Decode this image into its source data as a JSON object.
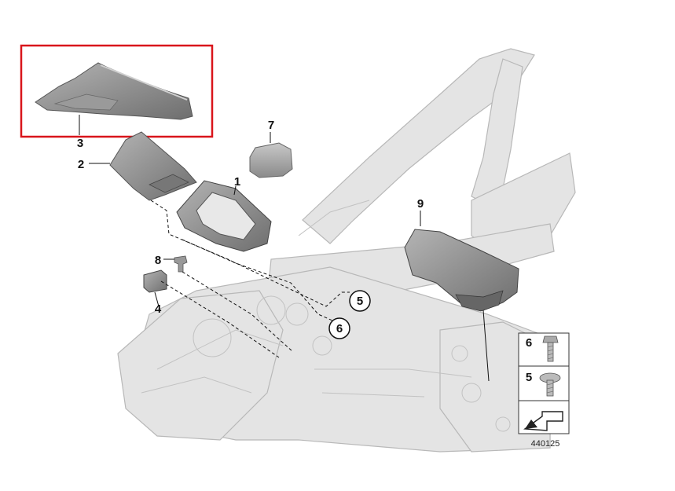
{
  "diagram": {
    "highlight_color": "#d9151b",
    "part_color": "#8c8c8c",
    "body_color": "#dcdcdc",
    "callouts": [
      {
        "id": "1",
        "label": "1"
      },
      {
        "id": "2",
        "label": "2"
      },
      {
        "id": "3",
        "label": "3"
      },
      {
        "id": "4",
        "label": "4"
      },
      {
        "id": "5",
        "label": "5"
      },
      {
        "id": "6",
        "label": "6"
      },
      {
        "id": "7",
        "label": "7"
      },
      {
        "id": "8",
        "label": "8"
      },
      {
        "id": "9",
        "label": "9"
      }
    ],
    "legend": [
      {
        "label": "6",
        "icon": "screw-icon"
      },
      {
        "label": "5",
        "icon": "flat-head-bolt-icon"
      },
      {
        "label": "",
        "icon": "arrow-icon"
      }
    ],
    "diagram_number": "440125"
  }
}
